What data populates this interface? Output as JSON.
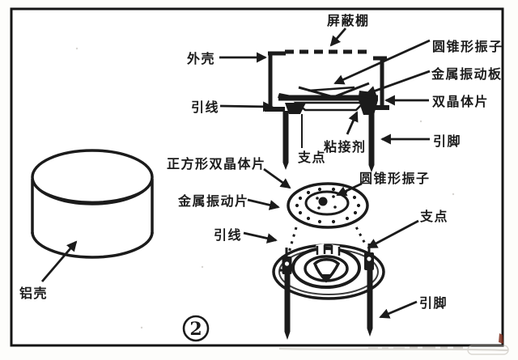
{
  "figure_number": "2",
  "colors": {
    "ink": "#1b1b1b",
    "paper": "#ffffff",
    "watermark": "#b8b3aa",
    "corner_mark": "#7e2f1f"
  },
  "cross_section": {
    "labels": {
      "shield_canopy": "屏蔽棚",
      "conical_vibrator": "圆锥形振子",
      "metal_vibration_plate": "金属振动板",
      "bimorph_plate": "双晶体片",
      "outer_case": "外壳",
      "lead_wire": "引线",
      "fulcrum": "支点",
      "adhesive": "粘接剂",
      "pin": "引脚"
    }
  },
  "exploded_view": {
    "labels": {
      "square_bimorph_plate": "正方形双晶体片",
      "metal_vibration_disc": "金属振动片",
      "lead_wire": "引线",
      "conical_vibrator": "圆锥形振子",
      "fulcrum": "支点",
      "pin": "引脚",
      "aluminum_shell": "铝壳"
    }
  }
}
